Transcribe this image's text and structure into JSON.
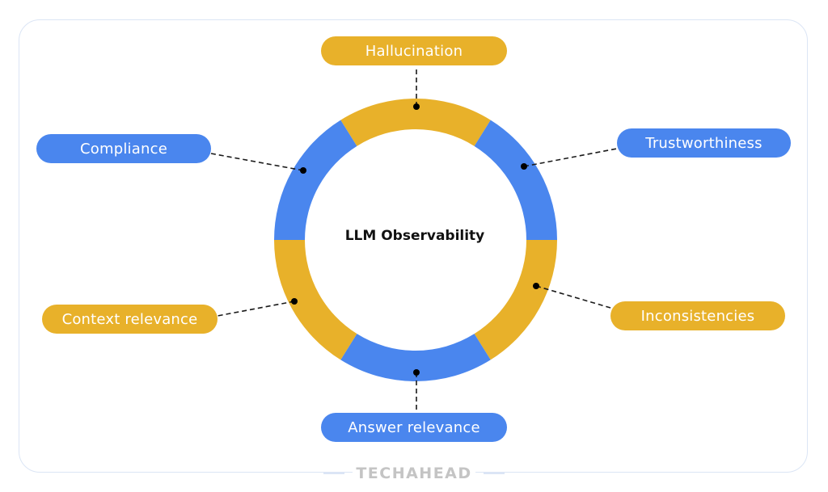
{
  "title": "LLM Observability",
  "colors": {
    "blue": "#4a86ee",
    "gold": "#e8b12a",
    "frame": "#dbe5f5",
    "brand": "#c4c4c4"
  },
  "segments": [
    {
      "label": "Hallucination",
      "color": "gold"
    },
    {
      "label": "Trustworthiness",
      "color": "blue"
    },
    {
      "label": "Inconsistencies",
      "color": "gold"
    },
    {
      "label": "Answer relevance",
      "color": "blue"
    },
    {
      "label": "Context relevance",
      "color": "gold"
    },
    {
      "label": "Compliance",
      "color": "blue"
    }
  ],
  "brand": "TECHAHEAD"
}
